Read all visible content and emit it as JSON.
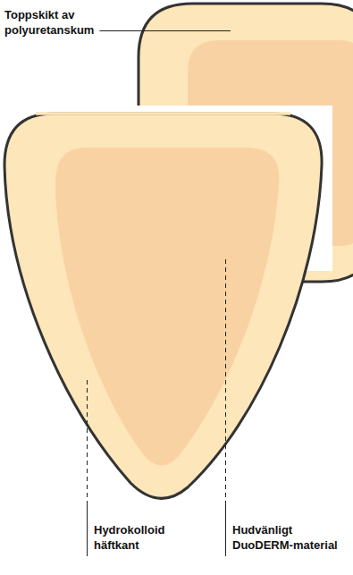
{
  "diagram": {
    "labels": [
      "Toppskikt av polyuretanskum",
      "Hydrokolloid häftkant",
      "Hudvänligt DuoDERM-material"
    ]
  }
}
